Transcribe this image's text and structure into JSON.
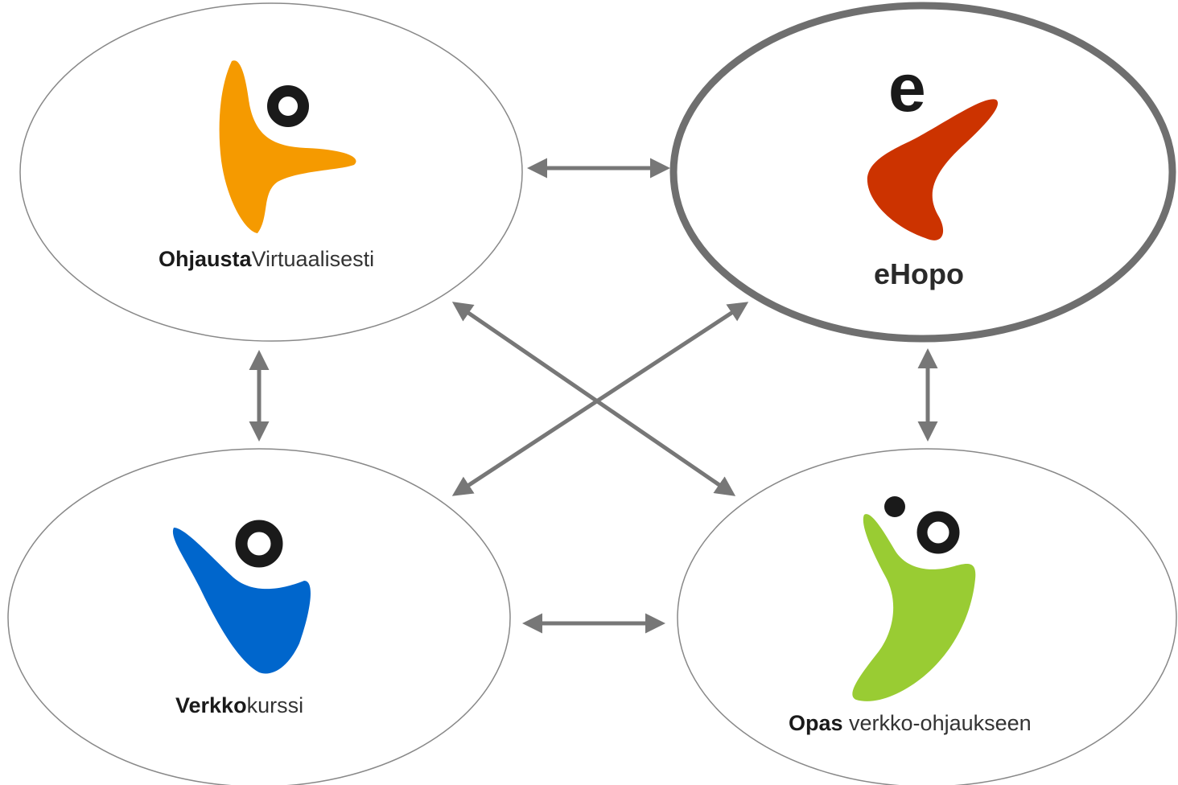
{
  "nodes": [
    {
      "id": "ohjausta-virtuaalisesti",
      "label_bold": "Ohjausta",
      "label_rest": "Virtuaalisesti",
      "logo_letter": "o",
      "logo_color": "#f59a00",
      "highlighted": false
    },
    {
      "id": "ehopo",
      "label_bold": "eHopo",
      "label_rest": "",
      "logo_letter": "e",
      "logo_color": "#cc3300",
      "highlighted": true
    },
    {
      "id": "verkkokurssi",
      "label_bold": "Verkko",
      "label_rest": "kurssi",
      "logo_letter": "o",
      "logo_color": "#0066cc",
      "highlighted": false
    },
    {
      "id": "opas-verkko-ohjaukseen",
      "label_bold": "Opas",
      "label_rest": " verkko-ohjaukseen",
      "logo_letter": "o",
      "logo_color": "#99cc33",
      "highlighted": false
    }
  ],
  "edges": [
    {
      "from": "ohjausta-virtuaalisesti",
      "to": "ehopo",
      "bidirectional": true
    },
    {
      "from": "ohjausta-virtuaalisesti",
      "to": "verkkokurssi",
      "bidirectional": true
    },
    {
      "from": "ehopo",
      "to": "opas-verkko-ohjaukseen",
      "bidirectional": true
    },
    {
      "from": "verkkokurssi",
      "to": "opas-verkko-ohjaukseen",
      "bidirectional": true
    },
    {
      "from": "ohjausta-virtuaalisesti",
      "to": "opas-verkko-ohjaukseen",
      "bidirectional": true
    },
    {
      "from": "ehopo",
      "to": "verkkokurssi",
      "bidirectional": true
    }
  ],
  "colors": {
    "ellipse_stroke": "#888888",
    "highlight_stroke": "#6f6f6f",
    "arrow": "#777777",
    "letter": "#1a1a1a"
  }
}
